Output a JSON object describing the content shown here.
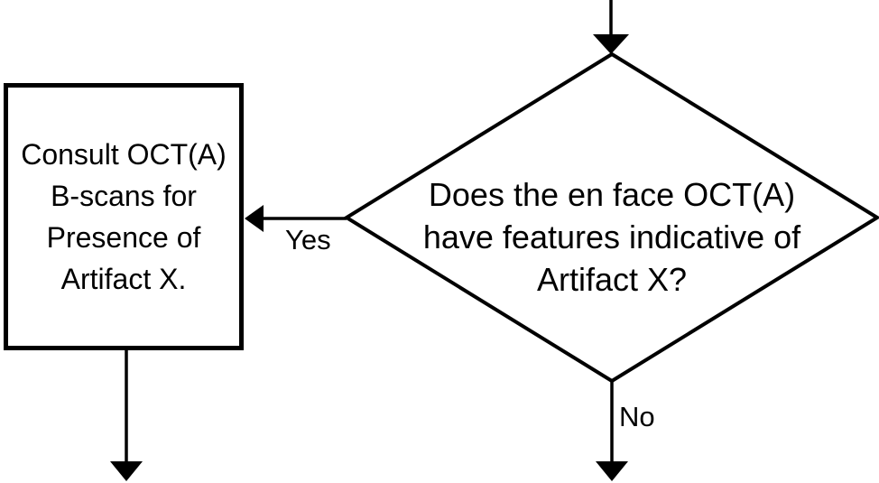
{
  "page": {
    "background": "#ffffff",
    "line_color": "#000000"
  },
  "nodes": {
    "process_box": {
      "type": "process",
      "lines": [
        "Consult OCT(A)",
        "B-scans for",
        "Presence of",
        "Artifact X."
      ]
    },
    "decision_diamond": {
      "type": "decision",
      "lines": [
        "Does the en face OCT(A)",
        "have features indicative of",
        "Artifact X?"
      ]
    }
  },
  "edges": {
    "incoming_top": {
      "description": "arrow entering decision diamond from top",
      "label": ""
    },
    "yes_branch": {
      "label": "Yes"
    },
    "no_branch": {
      "label": "No"
    },
    "process_exit": {
      "description": "arrow exiting process box downward",
      "label": ""
    }
  }
}
